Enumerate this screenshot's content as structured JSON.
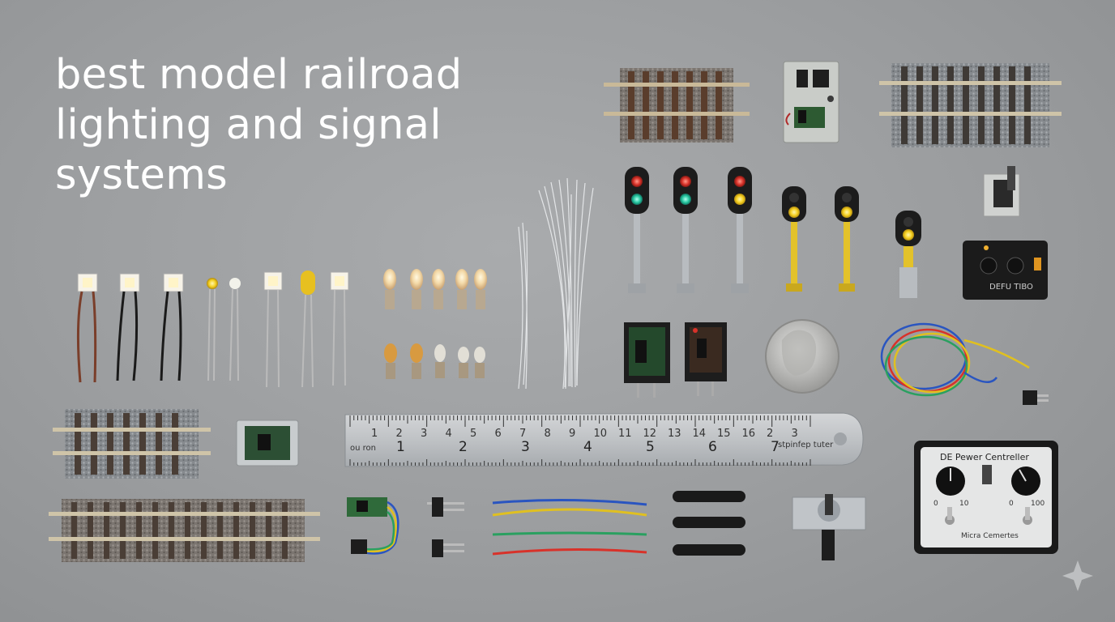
{
  "title_lines": [
    "best model railroad",
    "lighting and signal",
    "systems"
  ],
  "ruler": {
    "small_numbers": [
      "1",
      "2",
      "3",
      "4",
      "5",
      "6",
      "7",
      "8",
      "9",
      "10",
      "11",
      "12",
      "13",
      "14",
      "15",
      "16",
      "2",
      "3"
    ],
    "big_numbers": [
      "1",
      "2",
      "3",
      "4",
      "5",
      "6",
      "7"
    ],
    "left_label": "ou ron",
    "right_label": "stpinfep tuter"
  },
  "controller": {
    "title": "DE Pewer Centreller",
    "bottom_label": "Micra Cemertes",
    "knob_labels": [
      "0",
      "10",
      "0",
      "100"
    ]
  },
  "small_box_label": "DEFU TIBO",
  "colors": {
    "background": "#9c9ea0",
    "signal_red": "#d8322a",
    "signal_green": "#27c7a0",
    "signal_yellow": "#f5d020",
    "led_white": "#fff4c8",
    "led_amber": "#f0b030"
  }
}
